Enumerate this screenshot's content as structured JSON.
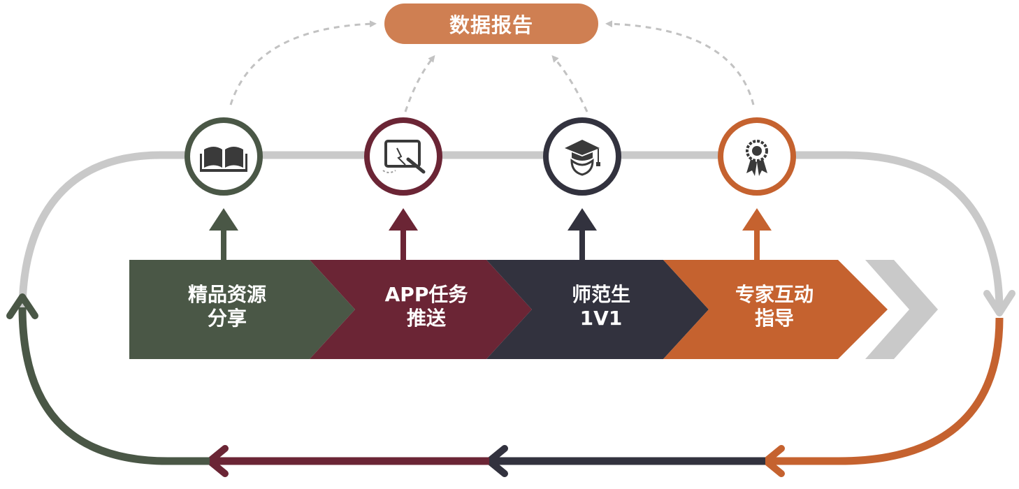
{
  "report": {
    "label": "数据报告"
  },
  "steps": [
    {
      "lines": [
        "精品资源",
        "分享"
      ],
      "color": "#4a5746",
      "icon": "open-book-icon"
    },
    {
      "lines": [
        "APP任务",
        "推送"
      ],
      "color": "#6b2535",
      "icon": "tablet-pen-icon"
    },
    {
      "lines": [
        "师范生",
        "1V1"
      ],
      "color": "#32323e",
      "icon": "graduate-icon"
    },
    {
      "lines": [
        "专家互动",
        "指导"
      ],
      "color": "#c5622f",
      "icon": "award-ribbon-icon"
    }
  ],
  "colors": {
    "loop_gray": "#c9c9c9",
    "dashed_gray": "#c2c2c2",
    "report_orange": "#cf7f52"
  }
}
